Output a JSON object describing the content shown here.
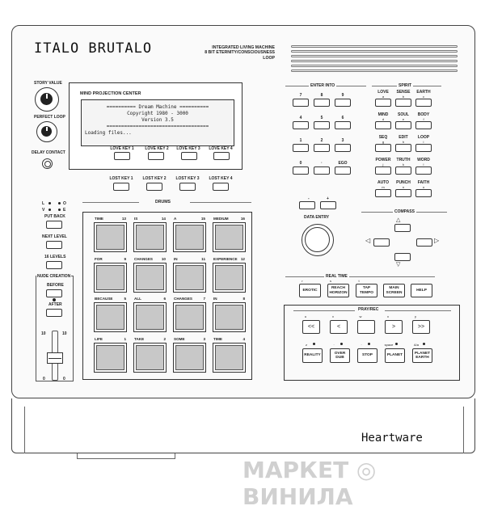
{
  "header": {
    "brand": "ITALO BRUTALO",
    "tagline_1": "INTEGRATED LIVING MACHINE",
    "tagline_2": "8 BIT ETERNITY/CONSCIOUSNESS LOOP"
  },
  "knobs": {
    "story_value": "STORY VALUE",
    "perfect_loop": "PERFECT LOOP",
    "delay_contact": "DELAY CONTACT"
  },
  "display": {
    "panel_title": "MIND PROJECTION CENTER",
    "lines": [
      "========== Dream Machine ==========",
      "Copyright 1980 - 3000",
      "Version 3.5",
      "===================================",
      "Loading files..."
    ],
    "soft_keys": [
      "LOVE KEY 1",
      "LOVE KEY 2",
      "LOVE KEY 3",
      "LOVE KEY 4"
    ],
    "lost_keys": [
      "LOST KEY 1",
      "LOST KEY 2",
      "LOST KEY 3",
      "LOST KEY 4"
    ]
  },
  "left": {
    "leds": [
      "L",
      "O",
      "V",
      "E"
    ],
    "put_back": "PUT BACK",
    "next_level": "NEXT LEVEL",
    "sixteen_levels": "16 LEVELS",
    "nude_creation": "NUDE CREATION",
    "before": "BEFORE",
    "after": "AFTER",
    "slider_top_l": "10",
    "slider_top_r": "10",
    "slider_bot_l": "0",
    "slider_bot_r": "0"
  },
  "drums": {
    "title": "DRUMS",
    "pads": [
      {
        "label": "TIME",
        "num": "13"
      },
      {
        "label": "IS",
        "num": "14"
      },
      {
        "label": "A",
        "num": "15"
      },
      {
        "label": "MEDIUM",
        "num": "16"
      },
      {
        "label": "FOR",
        "num": "9"
      },
      {
        "label": "CHANGES",
        "num": "10"
      },
      {
        "label": "IN",
        "num": "11"
      },
      {
        "label": "EXPERIENCE",
        "num": "12"
      },
      {
        "label": "BECAUSE",
        "num": "5"
      },
      {
        "label": "ALL",
        "num": "6"
      },
      {
        "label": "CHANGES",
        "num": "7"
      },
      {
        "label": "IN",
        "num": "8"
      },
      {
        "label": "LIFE",
        "num": "1"
      },
      {
        "label": "TAKE",
        "num": "2"
      },
      {
        "label": "SOME",
        "num": "3"
      },
      {
        "label": "TIME",
        "num": "4"
      }
    ]
  },
  "enter_into": {
    "title": "ENTER INTO",
    "keys": [
      "7",
      "8",
      "9",
      "4",
      "5",
      "6",
      "1",
      "2",
      "3",
      "0",
      "·",
      "EGO"
    ]
  },
  "spirit": {
    "title": "SPIRIT",
    "keys": [
      {
        "label": "LOVE",
        "sub": "a"
      },
      {
        "label": "SENSE",
        "sub": "b"
      },
      {
        "label": "EARTH",
        "sub": "c"
      },
      {
        "label": "MIND",
        "sub": "d"
      },
      {
        "label": "SOUL",
        "sub": "e"
      },
      {
        "label": "BODY",
        "sub": "f"
      },
      {
        "label": "SEQ",
        "sub": "g"
      },
      {
        "label": "EDIT",
        "sub": "h"
      },
      {
        "label": "LOOP",
        "sub": "i"
      },
      {
        "label": "POWER",
        "sub": "j"
      },
      {
        "label": "TRUTH",
        "sub": "k"
      },
      {
        "label": "WORD",
        "sub": "l"
      },
      {
        "label": "AUTO",
        "sub": "m"
      },
      {
        "label": "PUNCH",
        "sub": "n"
      },
      {
        "label": "FAITH",
        "sub": "o"
      }
    ]
  },
  "data_entry": {
    "label": "DATA ENTRY",
    "minus": "-",
    "plus": "+"
  },
  "compass": {
    "title": "COMPASS"
  },
  "real_time": {
    "title": "REAL TIME",
    "buttons": [
      {
        "label": "EROTIC",
        "sub": "r"
      },
      {
        "label": "REACH HORIZON",
        "sub": "s"
      },
      {
        "label": "TAP TEMPO",
        "sub": "t"
      },
      {
        "label": "MAIN SCREEN",
        "sub": ""
      },
      {
        "label": "HELP",
        "sub": ""
      }
    ]
  },
  "pray_rec": {
    "title": "PRAY/REC",
    "transport": [
      {
        "label": "<<",
        "sub": "u"
      },
      {
        "label": "<",
        "sub": "v"
      },
      {
        "label": "",
        "sub": "w"
      },
      {
        "label": ">",
        "sub": "x"
      },
      {
        "label": ">>",
        "sub": "y"
      }
    ],
    "lower": [
      {
        "label": "REALITY",
        "sub": "z"
      },
      {
        "label": "OVER DUB",
        "sub": "·"
      },
      {
        "label": "STOP",
        "sub": "·"
      },
      {
        "label": "PLANET",
        "sub": "space"
      },
      {
        "label": "PLANET EARTH",
        "sub": "A/a"
      }
    ]
  },
  "footer": {
    "brand": "Heartware"
  },
  "watermark": "МАРКЕТ ◎ ВИНИЛА"
}
